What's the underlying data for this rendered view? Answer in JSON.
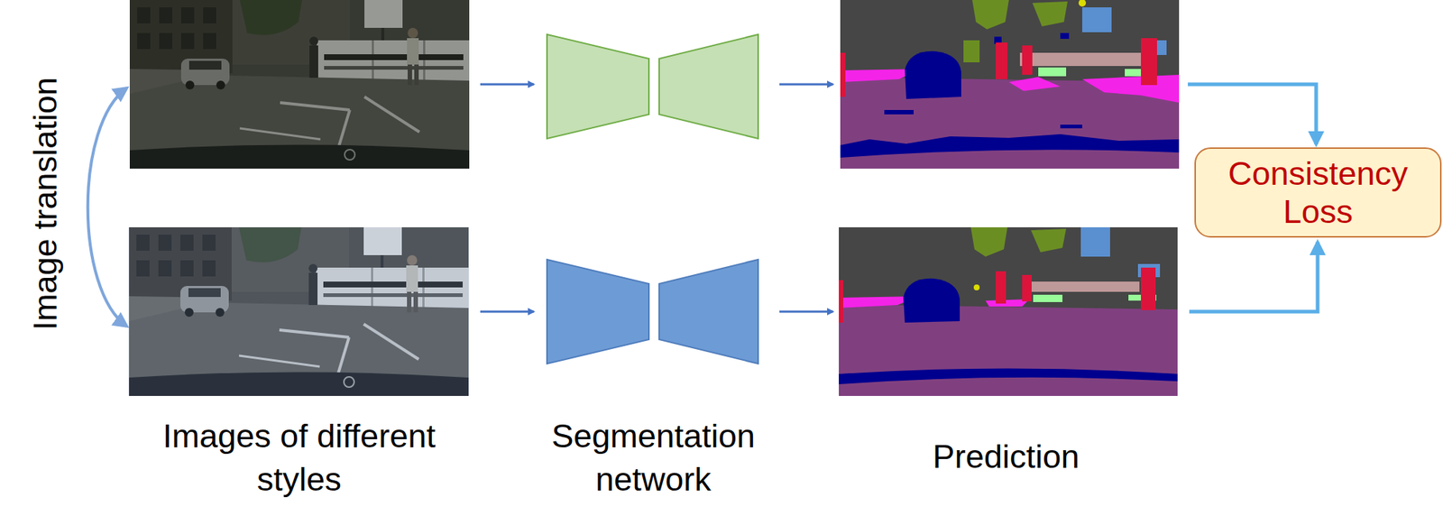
{
  "diagram": {
    "nodes": [
      {
        "text": [
          "Consistency Loss"
        ]
      }
    ],
    "labels": [
      "Image translation",
      "Images of different styles",
      "Segmentation network",
      "Prediction"
    ]
  }
}
